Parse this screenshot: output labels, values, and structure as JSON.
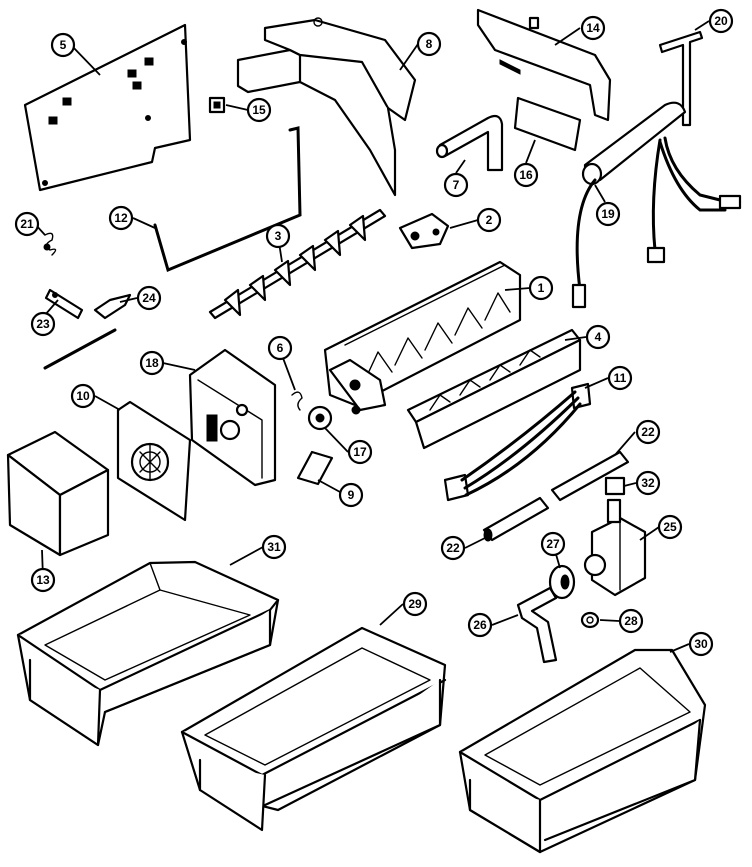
{
  "callouts": [
    {
      "id": "c5",
      "label": "5"
    },
    {
      "id": "c8",
      "label": "8"
    },
    {
      "id": "c14",
      "label": "14"
    },
    {
      "id": "c20",
      "label": "20"
    },
    {
      "id": "c15",
      "label": "15"
    },
    {
      "id": "c7",
      "label": "7"
    },
    {
      "id": "c16",
      "label": "16"
    },
    {
      "id": "c19",
      "label": "19"
    },
    {
      "id": "c21",
      "label": "21"
    },
    {
      "id": "c12",
      "label": "12"
    },
    {
      "id": "c3",
      "label": "3"
    },
    {
      "id": "c2",
      "label": "2"
    },
    {
      "id": "c24",
      "label": "24"
    },
    {
      "id": "c23",
      "label": "23"
    },
    {
      "id": "c1",
      "label": "1"
    },
    {
      "id": "c18",
      "label": "18"
    },
    {
      "id": "c6",
      "label": "6"
    },
    {
      "id": "c4",
      "label": "4"
    },
    {
      "id": "c11",
      "label": "11"
    },
    {
      "id": "c10",
      "label": "10"
    },
    {
      "id": "c17",
      "label": "17"
    },
    {
      "id": "c22a",
      "label": "22"
    },
    {
      "id": "c9",
      "label": "9"
    },
    {
      "id": "c32",
      "label": "32"
    },
    {
      "id": "c13",
      "label": "13"
    },
    {
      "id": "c31",
      "label": "31"
    },
    {
      "id": "c27",
      "label": "27"
    },
    {
      "id": "c25",
      "label": "25"
    },
    {
      "id": "c22b",
      "label": "22"
    },
    {
      "id": "c29",
      "label": "29"
    },
    {
      "id": "c26",
      "label": "26"
    },
    {
      "id": "c28",
      "label": "28"
    },
    {
      "id": "c30",
      "label": "30"
    }
  ]
}
